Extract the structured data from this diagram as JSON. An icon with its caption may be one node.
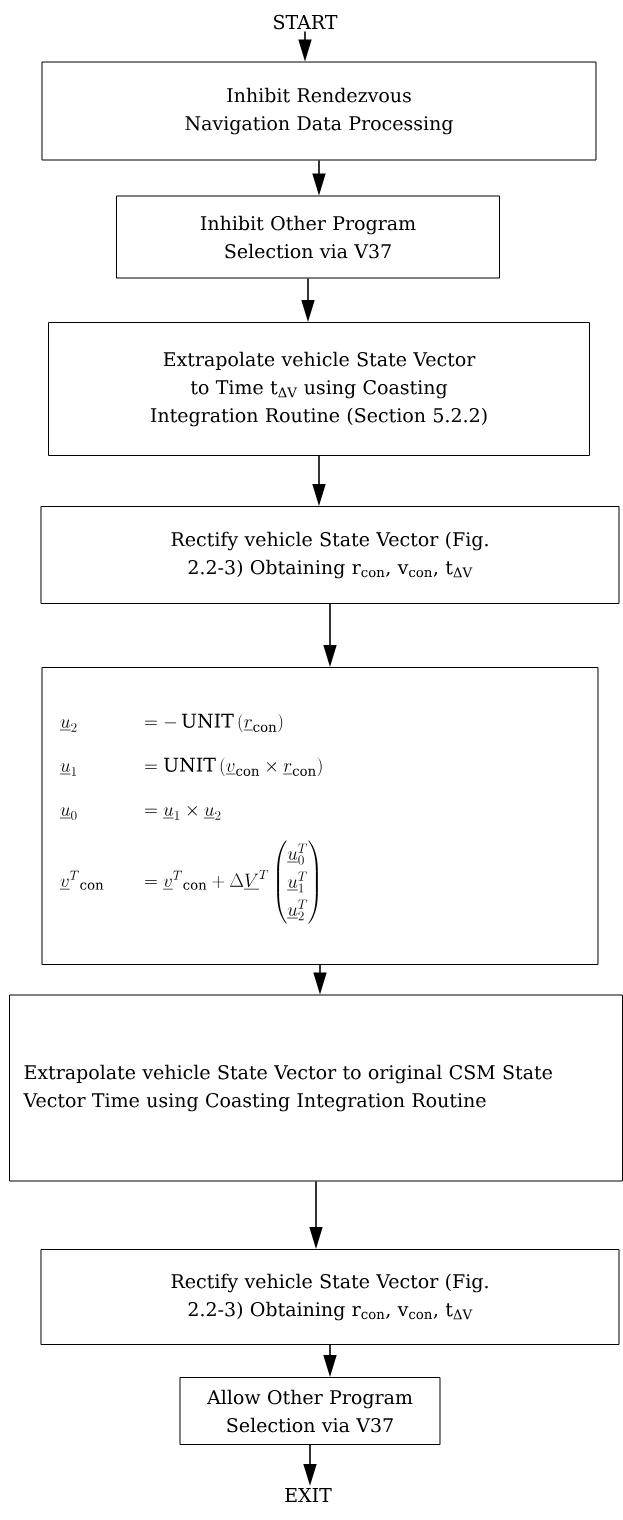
{
  "diagram": {
    "nodes": [
      {
        "text": [
          "START"
        ]
      },
      {
        "text": [
          "Inhibit Rendezvous Navigation Data Processing"
        ]
      },
      {
        "text": [
          "Inhibit Other Program Selection via V37"
        ]
      },
      {
        "text": [
          "Extrapolate vehicle State Vector to Time t$_{ΔV}$ using Coasting Integration Routine (Section 5.2.2)"
        ]
      },
      {
        "text": [
          "Rectify vehicle State Vector (Fig. 2.2-3) Obtaining r$_{con}$, v$_{con}$, t$_{ΔV}$"
        ]
      },
      {
        "text": [
          "\\underline{u}_2",
          "= -\\,\\mathrm{UNIT}\\,(\\underline{r}_{\\mathrm{con}})",
          "\\underline{u}_1",
          "= \\mathrm{UNIT}\\,(\\underline{v}_{\\mathrm{con}} \\times \\underline{r}_{\\mathrm{con}})",
          "\\underline{u}_0",
          "= \\underline{u}_1 \\times \\underline{u}_2",
          "\\underline{v}^{T}{}_{\\mathrm{con}}",
          "= \\underline{v}^{T}{}_{\\mathrm{con}} + \\Delta \\underline{V}^{T} \\begin{pmatrix} \\underline{u}_0^{T} \\\\ \\underline{u}_1^{T} \\\\ \\underline{u}_2^{T} \\end{pmatrix}"
        ]
      },
      {
        "text": [
          "Extrapolate vehicle State Vector to original CSM State Vector Time using Coasting Integration Routine"
        ]
      },
      {
        "text": [
          "Rectify vehicle State Vector (Fig. 2.2-3) Obtaining r$_{con}$, v$_{con}$, t$_{ΔV}$"
        ]
      },
      {
        "text": [
          "Allow Other Program Selection via V37"
        ]
      },
      {
        "text": [
          "EXIT"
        ]
      }
    ],
    "edges": [
      {
        "from": 0,
        "to": 1,
        "arrow": "to"
      },
      {
        "from": 1,
        "to": 2,
        "arrow": "to"
      },
      {
        "from": 2,
        "to": 3,
        "arrow": "to"
      },
      {
        "from": 3,
        "to": 4,
        "arrow": "to"
      },
      {
        "from": 4,
        "to": 5,
        "arrow": "to"
      },
      {
        "from": 5,
        "to": 6,
        "arrow": "to"
      },
      {
        "from": 6,
        "to": 7,
        "arrow": "to"
      },
      {
        "from": 7,
        "to": 8,
        "arrow": "to"
      },
      {
        "from": 8,
        "to": 9,
        "arrow": "to"
      }
    ]
  }
}
